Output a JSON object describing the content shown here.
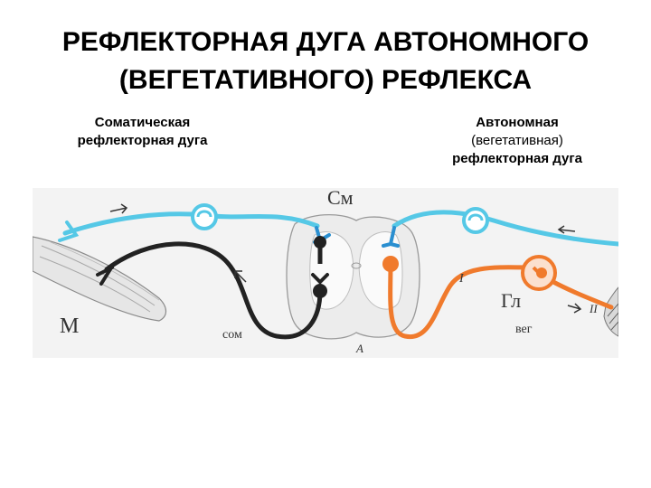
{
  "title": {
    "line1": "РЕФЛЕКТОРНАЯ ДУГА АВТОНОМНОГО",
    "line2": "(ВЕГЕТАТИВНОГО) РЕФЛЕКСА"
  },
  "captions": {
    "somatic": {
      "line1": "Соматическая",
      "line2": "рефлекторная дуга"
    },
    "autonomic": {
      "line1": "Автономная",
      "line2": "(вегетативная)",
      "line3": "рефлекторная дуга"
    }
  },
  "diagram": {
    "labels": {
      "spinal_cord": "См",
      "muscle": "М",
      "ganglion": "Гл",
      "somatic": "сом",
      "vegetative": "вег",
      "neuron_one": "I",
      "neuron_two": "II",
      "point_a": "А"
    },
    "colors": {
      "sensory": "#55c8e6",
      "somatic_efferent": "#222222",
      "autonomic_efferent": "#f07a2c",
      "synapse": "#2a8fd0"
    }
  }
}
